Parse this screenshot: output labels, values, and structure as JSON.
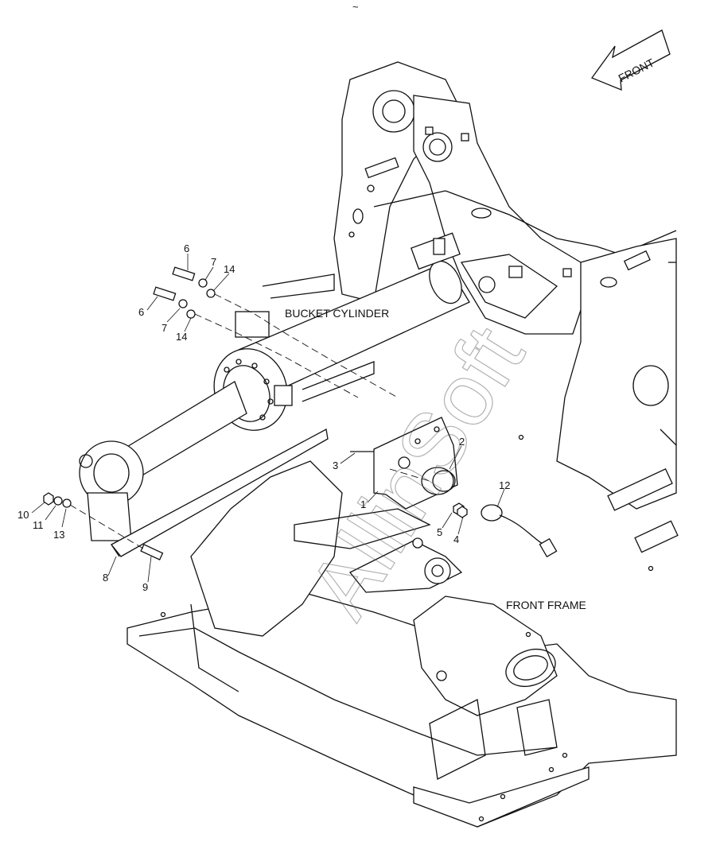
{
  "top_mark": "~",
  "front_arrow": "FRONT",
  "titles": {
    "bucket_cylinder": "BUCKET CYLINDER",
    "front_frame": "FRONT FRAME"
  },
  "callouts": [
    {
      "id": "c6a",
      "text": "6"
    },
    {
      "id": "c7a",
      "text": "7"
    },
    {
      "id": "c14a",
      "text": "14"
    },
    {
      "id": "c6b",
      "text": "6"
    },
    {
      "id": "c7b",
      "text": "7"
    },
    {
      "id": "c14b",
      "text": "14"
    },
    {
      "id": "c3",
      "text": "3"
    },
    {
      "id": "c1",
      "text": "1"
    },
    {
      "id": "c2",
      "text": "2"
    },
    {
      "id": "c12",
      "text": "12"
    },
    {
      "id": "c5",
      "text": "5"
    },
    {
      "id": "c4",
      "text": "4"
    },
    {
      "id": "c10",
      "text": "10"
    },
    {
      "id": "c11",
      "text": "11"
    },
    {
      "id": "c13",
      "text": "13"
    },
    {
      "id": "c8",
      "text": "8"
    },
    {
      "id": "c9",
      "text": "9"
    }
  ],
  "watermark": "AllinSoft"
}
